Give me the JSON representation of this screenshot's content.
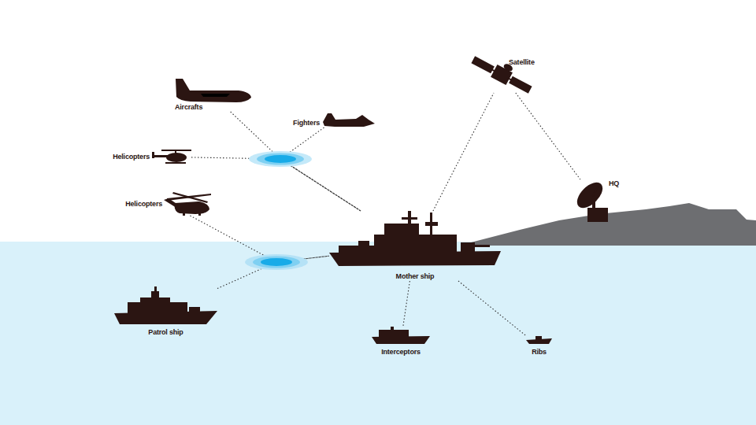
{
  "diagram": {
    "nodes": [
      {
        "text": [
          "Aircrafts"
        ]
      },
      {
        "text": [
          "Satellite"
        ]
      },
      {
        "text": [
          "Fighters"
        ]
      },
      {
        "text": [
          "Helicopters"
        ]
      },
      {
        "text": [
          "HQ"
        ]
      },
      {
        "text": [
          "Helicopters"
        ]
      },
      {
        "text": [
          "Mother ship"
        ]
      },
      {
        "text": [
          "Patrol ship"
        ]
      },
      {
        "text": [
          "Interceptors"
        ]
      },
      {
        "text": [
          "Ribs"
        ]
      }
    ],
    "edges": [
      {
        "from": 0,
        "to": 6,
        "arrow": "none"
      },
      {
        "from": 2,
        "to": 6,
        "arrow": "none"
      },
      {
        "from": 3,
        "to": 6,
        "arrow": "none"
      },
      {
        "from": 5,
        "to": 6,
        "arrow": "none"
      },
      {
        "from": 7,
        "to": 6,
        "arrow": "none"
      },
      {
        "from": 6,
        "to": 1,
        "arrow": "none"
      },
      {
        "from": 1,
        "to": 4,
        "arrow": "none"
      },
      {
        "from": 6,
        "to": 8,
        "arrow": "none"
      },
      {
        "from": 6,
        "to": 9,
        "arrow": "none"
      }
    ]
  }
}
